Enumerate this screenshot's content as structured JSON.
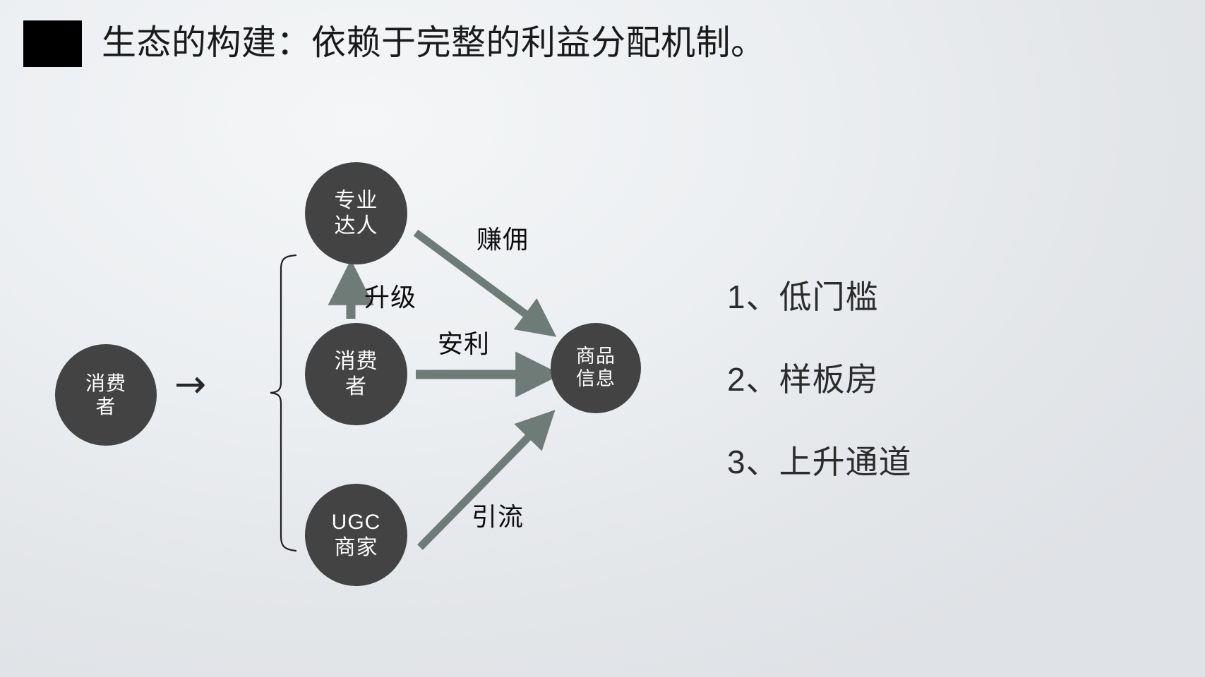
{
  "slide": {
    "title": "生态的构建：依赖于完整的利益分配机制。",
    "bullet_icon": "black-square-bullet",
    "background_color": "#eceff1",
    "title_color": "#1a1a1a"
  },
  "diagram": {
    "node_color": "#434343",
    "node_text_color": "#ffffff",
    "arrow_color": "#6f7b77",
    "brace_color": "#1d1d24",
    "nodes": {
      "consumer_source": {
        "lines": [
          "消费",
          "者"
        ],
        "label": "消费者"
      },
      "expert": {
        "lines": [
          "专业",
          "达人"
        ],
        "label": "专业达人"
      },
      "consumer_mid": {
        "lines": [
          "消费",
          "者"
        ],
        "label": "消费者"
      },
      "ugc_merchant": {
        "lines": [
          "UGC",
          "商家"
        ],
        "label": "UGC商家"
      },
      "product_info": {
        "lines": [
          "商品",
          "信息"
        ],
        "label": "商品信息"
      }
    },
    "edges": {
      "expert_to_product": "赚佣",
      "consumer_to_expert": "升级",
      "consumer_to_product": "安利",
      "ugc_to_product": "引流"
    },
    "flow_arrow_glyph": "→"
  },
  "benefits": {
    "items": [
      {
        "index": "1、",
        "text": "低门槛"
      },
      {
        "index": "2、",
        "text": "样板房"
      },
      {
        "index": "3、",
        "text": "上升通道"
      }
    ]
  }
}
